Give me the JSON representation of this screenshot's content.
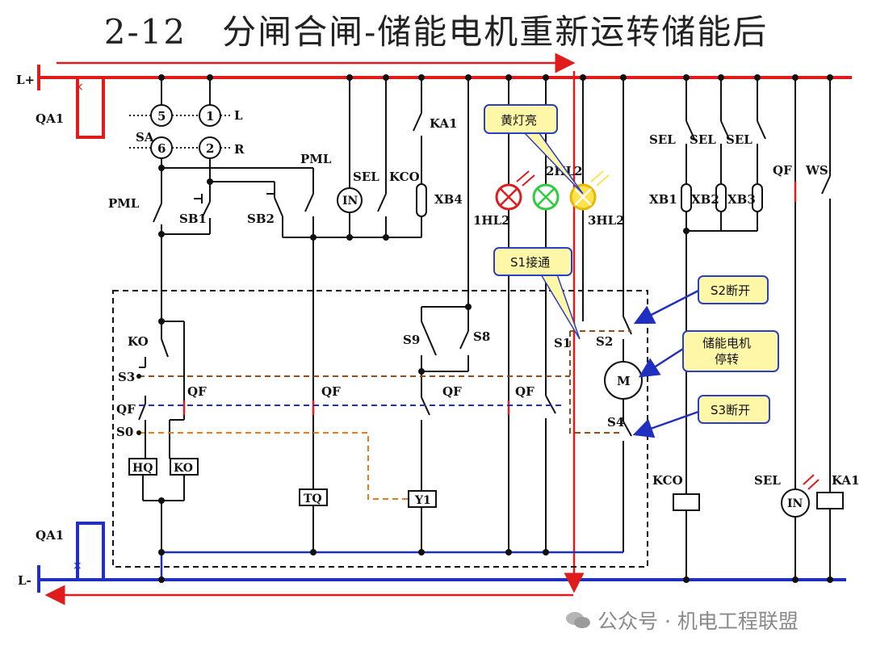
{
  "title": "2-12　分闸合闸-储能电机重新运转储能后",
  "rails": {
    "pos": "L+",
    "neg": "L-",
    "breaker_top": "QA1",
    "breaker_bottom": "QA1"
  },
  "labels": {
    "sa": "SA",
    "sa_l": "L",
    "sa_r": "R",
    "sa_1": "1",
    "sa_2": "2",
    "sa_5": "5",
    "sa_6": "6",
    "pml1": "PML",
    "pml2": "PML",
    "sb1": "SB1",
    "sb2": "SB2",
    "sel1": "SEL",
    "kco1": "KCO",
    "ka1_top": "KA1",
    "xb4": "XB4",
    "in1": "IN",
    "hl1": "1HL2",
    "hl2": "2HL2",
    "hl3": "3HL2",
    "sel_a": "SEL",
    "sel_b": "SEL",
    "sel_c": "SEL",
    "xb1": "XB1",
    "xb2": "XB2",
    "xb3": "XB3",
    "qf_top": "QF",
    "ws": "WS",
    "ko": "KO",
    "s3": "S3",
    "qf_a": "QF",
    "s0": "S0",
    "qf_b": "QF",
    "hq": "HQ",
    "ko_box": "KO",
    "qf_c": "QF",
    "tq": "TQ",
    "s9": "S9",
    "s8": "S8",
    "qf_d": "QF",
    "y1": "Y1",
    "qf_e": "QF",
    "s1": "S1",
    "s2": "S2",
    "s4": "S4",
    "m": "M",
    "kco2": "KCO",
    "sel2": "SEL",
    "in2": "IN",
    "ka1_bot": "KA1"
  },
  "callouts": {
    "yellow_lamp": "黄灯亮",
    "s1_on": "S1接通",
    "s2_off": "S2断开",
    "motor_stop": "储能电机\n停转",
    "s3_off": "S3断开"
  },
  "watermark": "公众号 · 机电工程联盟",
  "colors": {
    "red": "#e01b1b",
    "blue": "#1f2fbf",
    "orange": "#e87a1a",
    "brown": "#9a4a14",
    "callout_bg": "#fff7a8",
    "callout_border": "#2a3fc4",
    "lamp_green": "#2ecc40",
    "lamp_yellow": "#ffe34d"
  }
}
